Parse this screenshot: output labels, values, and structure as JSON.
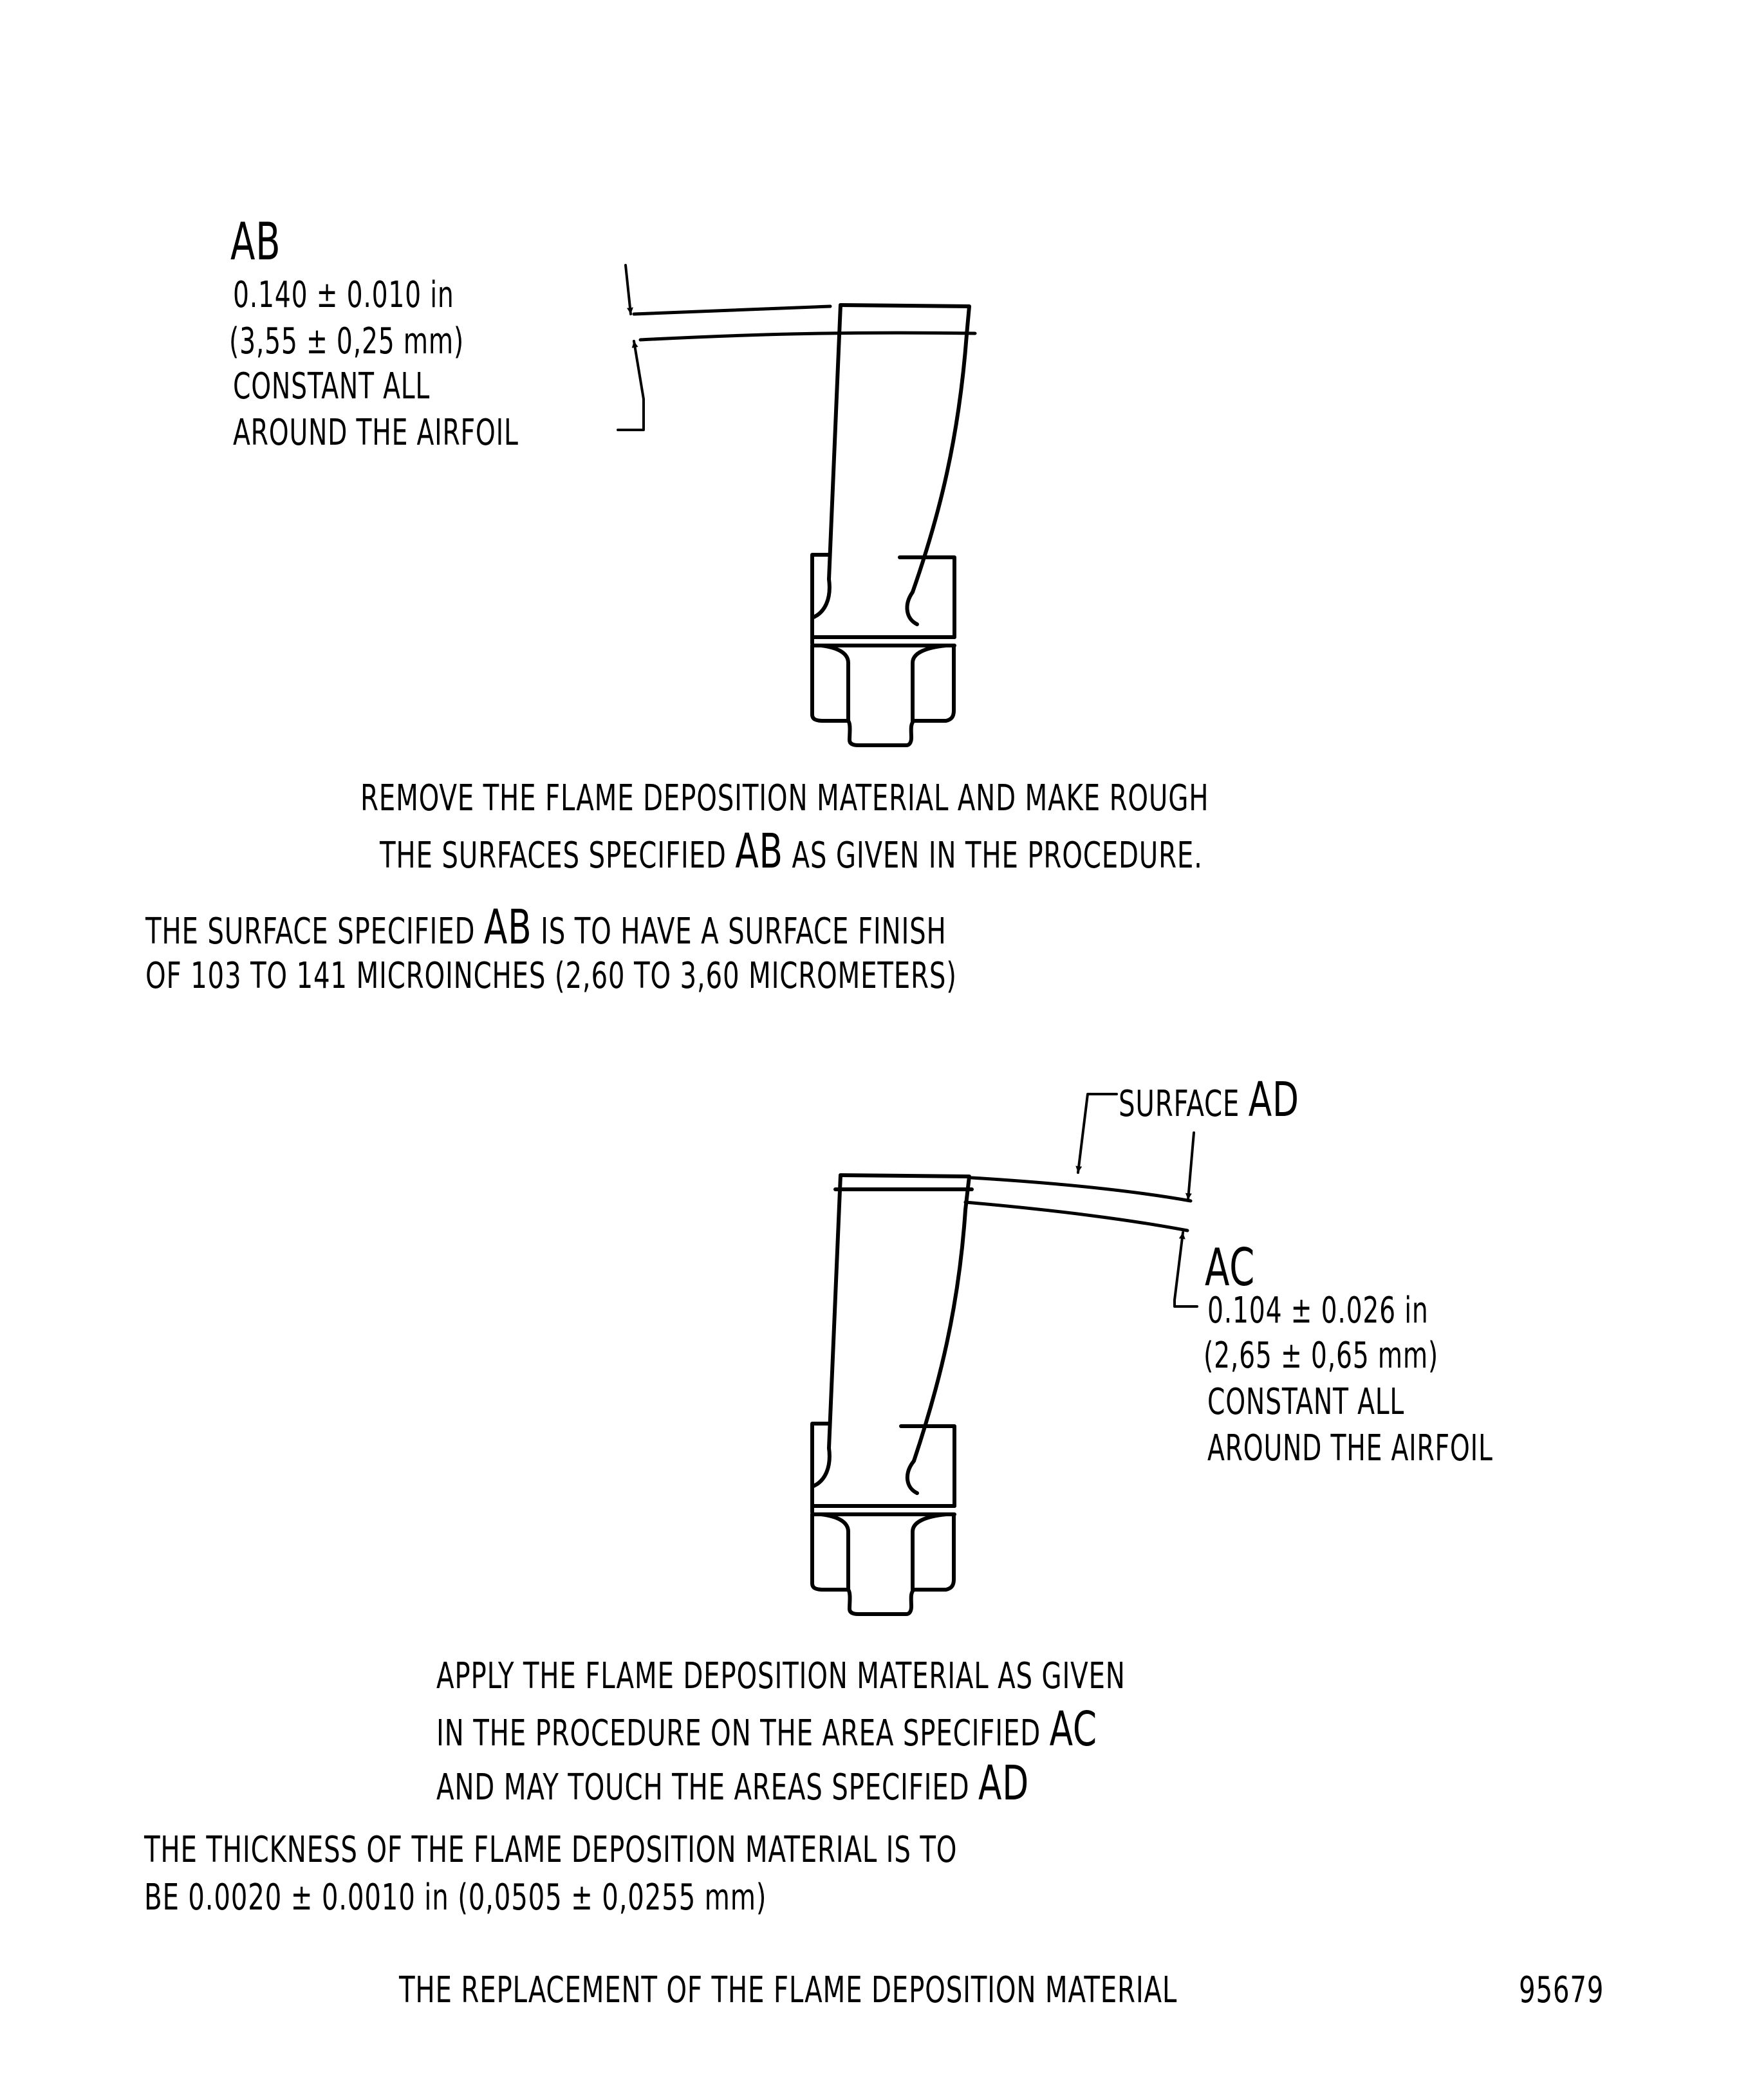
{
  "diagram": {
    "title": "THE REPLACEMENT OF THE FLAME DEPOSITION MATERIAL",
    "figure_number": "95679",
    "colors": {
      "line": "#000000",
      "background": "#ffffff"
    },
    "view_1": {
      "callout": {
        "label": "AB",
        "line1": "0.140 ± 0.010 in",
        "line2": "(3,55 ± 0,25 mm)",
        "line3": "CONSTANT ALL",
        "line4": "AROUND THE AIRFOIL"
      },
      "caption": {
        "line1": "REMOVE THE FLAME DEPOSITION MATERIAL AND MAKE ROUGH",
        "line2_pre": "THE SURFACES SPECIFIED ",
        "line2_ref": "AB",
        "line2_post": " AS GIVEN IN THE PROCEDURE."
      },
      "note": {
        "line1_pre": "THE SURFACE SPECIFIED ",
        "line1_ref": "AB",
        "line1_post": " IS TO HAVE A SURFACE FINISH",
        "line2": "OF 103 TO 141 MICROINCHES (2,60 TO 3,60 MICROMETERS)"
      }
    },
    "view_2": {
      "surface_label_pre": "SURFACE ",
      "surface_label_ref": "AD",
      "callout": {
        "label": "AC",
        "line1": "0.104 ± 0.026 in",
        "line2": "(2,65 ± 0,65 mm)",
        "line3": "CONSTANT ALL",
        "line4": "AROUND THE AIRFOIL"
      },
      "caption": {
        "line1": "APPLY THE FLAME DEPOSITION MATERIAL AS GIVEN",
        "line2_pre": "IN THE PROCEDURE ON THE AREA SPECIFIED ",
        "line2_ref": "AC",
        "line3_pre": "AND MAY TOUCH THE AREAS SPECIFIED ",
        "line3_ref": "AD"
      },
      "note": {
        "line1": "THE THICKNESS OF THE FLAME DEPOSITION MATERIAL IS TO",
        "line2": "BE 0.0020 ± 0.0010 in (0,0505 ± 0,0255 mm)"
      }
    }
  }
}
